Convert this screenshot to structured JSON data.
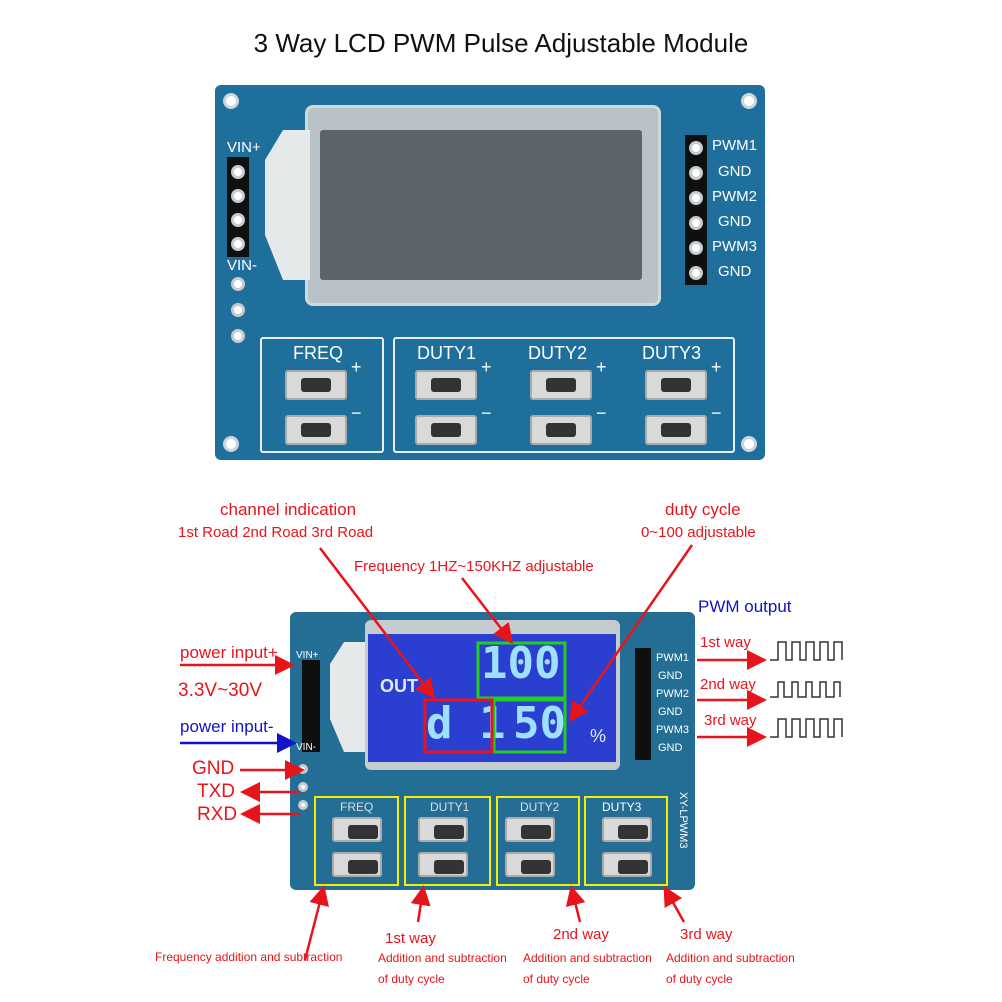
{
  "title": "3 Way LCD PWM Pulse Adjustable Module",
  "top_board": {
    "left_pins": [
      "VIN+",
      "VIN-"
    ],
    "right_pins": [
      "PWM1",
      "GND",
      "PWM2",
      "GND",
      "PWM3",
      "GND"
    ],
    "buttons": [
      "FREQ",
      "DUTY1",
      "DUTY2",
      "DUTY3"
    ],
    "plus": "+",
    "minus": "−"
  },
  "bottom_board": {
    "left_pins": [
      "VIN+",
      "VIN-"
    ],
    "right_pins": [
      "PWM1",
      "GND",
      "PWM2",
      "GND",
      "PWM3",
      "GND"
    ],
    "buttons": [
      "FREQ",
      "DUTY1",
      "DUTY2",
      "DUTY3"
    ],
    "model": "XY-LPWM3",
    "lcd": {
      "out": "OUT",
      "freq": "100",
      "channel": "d 1",
      "duty": "50",
      "percent": "%"
    }
  },
  "annotations": {
    "channel_title": "channel indication",
    "channel_sub": "1st Road 2nd Road 3rd Road",
    "duty_title": "duty cycle",
    "duty_sub": "0~100 adjustable",
    "frequency": "Frequency 1HZ~150KHZ adjustable",
    "pwm_output": "PWM output",
    "ways": [
      "1st way",
      "2nd way",
      "3rd way"
    ],
    "power_plus": "power input+",
    "voltage": "3.3V~30V",
    "power_minus": "power input-",
    "gnd": "GND",
    "txd": "TXD",
    "rxd": "RXD",
    "freq_add": "Frequency addition and subtraction",
    "way1": "1st way",
    "way2": "2nd way",
    "way3": "3rd way",
    "duty_add_1": "Addition and subtraction",
    "duty_add_2": "of duty cycle"
  },
  "colors": {
    "annotation": "#e8141b",
    "pwm_label": "#1212c8",
    "board": "#1e6f9c",
    "lcd": "#2a3fd0",
    "box_green": "#22cc22",
    "box_yellow": "#f0f000"
  }
}
